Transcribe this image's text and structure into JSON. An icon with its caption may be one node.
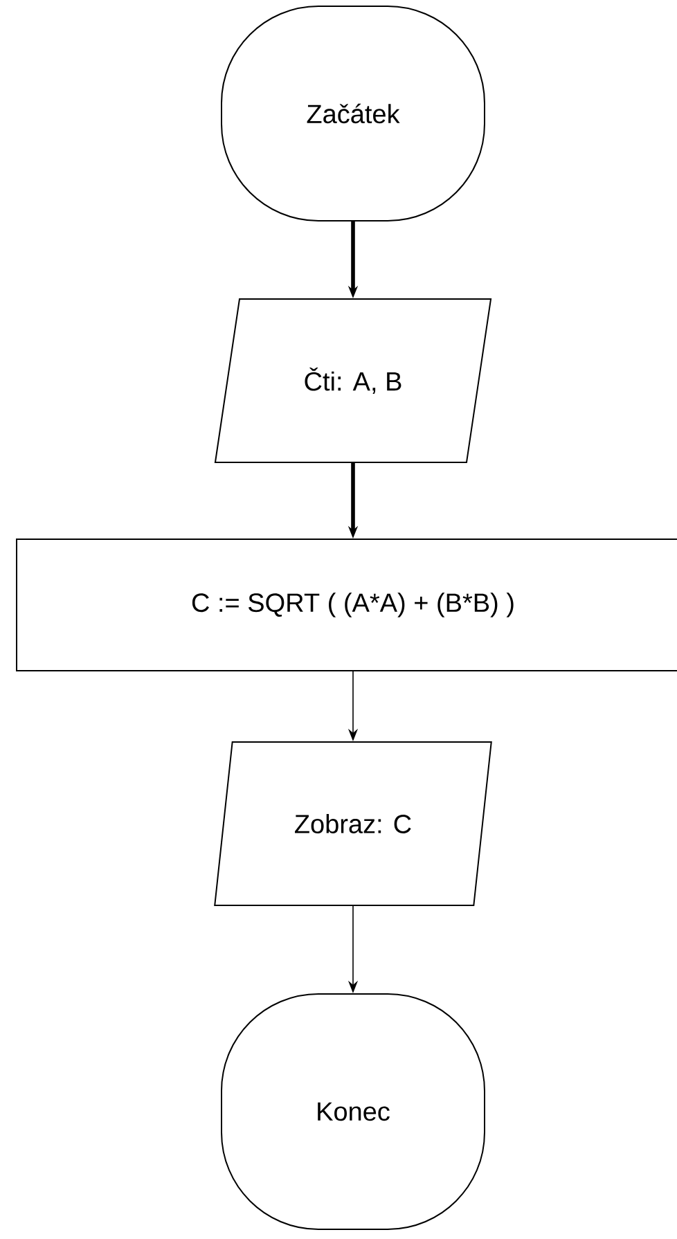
{
  "diagram": {
    "nodes": [
      {
        "text": [
          "Začátek"
        ]
      },
      {
        "text": [
          "Čti: A, B"
        ]
      },
      {
        "text": [
          "C := SQRT ( (A*A) +  (B*B) )"
        ]
      },
      {
        "text": [
          "Zobraz: C"
        ]
      },
      {
        "text": [
          "Konec"
        ]
      }
    ],
    "edges": [
      {
        "from": 0,
        "to": 1,
        "arrow": "to",
        "style": "thick"
      },
      {
        "from": 1,
        "to": 2,
        "arrow": "to",
        "style": "thick"
      },
      {
        "from": 2,
        "to": 3,
        "arrow": "to"
      },
      {
        "from": 3,
        "to": 4,
        "arrow": "to"
      }
    ]
  }
}
